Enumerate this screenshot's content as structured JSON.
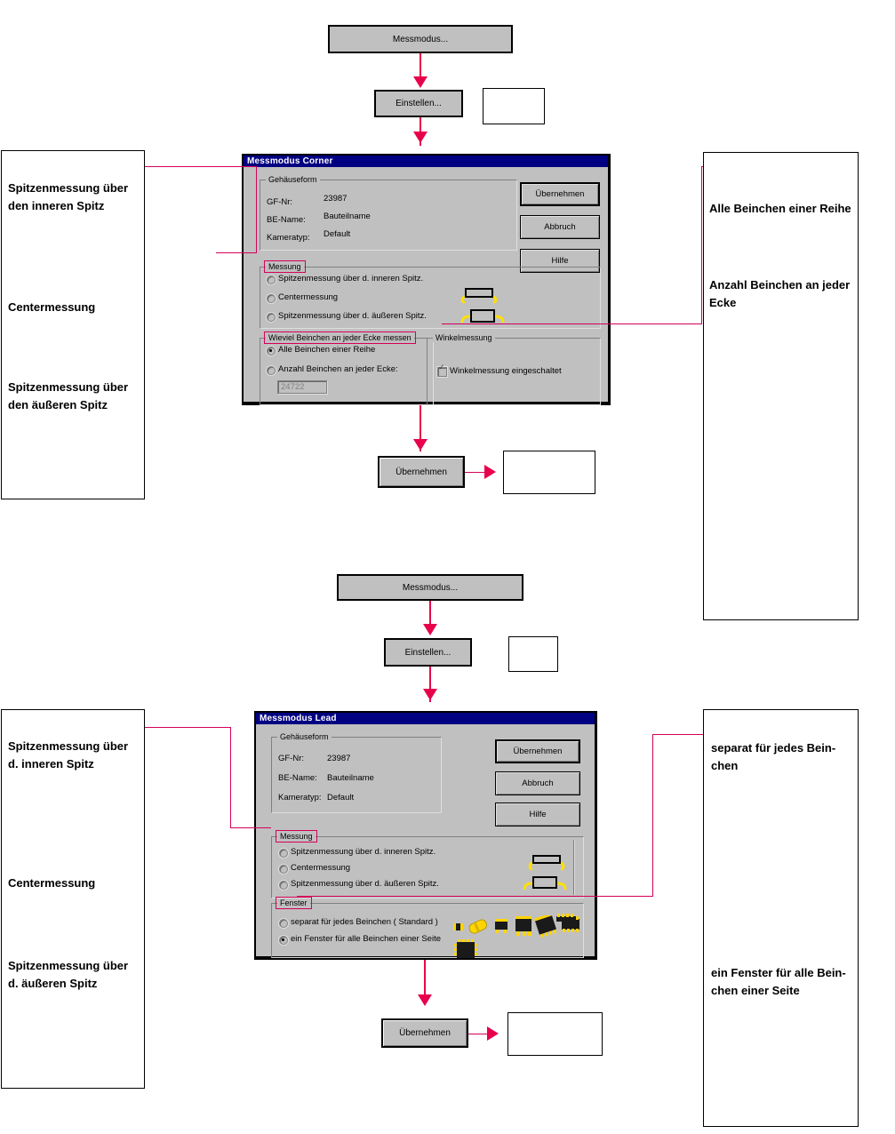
{
  "flow": {
    "top": {
      "messmodus_label": "Messmodus...",
      "einstellen_label": "Einstellen...",
      "uebernehmen_label": "Übernehmen"
    },
    "bottom": {
      "messmodus_label": "Messmodus...",
      "einstellen_label": "Einstellen...",
      "uebernehmen_label": "Übernehmen"
    }
  },
  "dialog_corner": {
    "title": "Messmodus Corner",
    "gehaeuseform": {
      "group_label": "Gehäuseform",
      "rows": [
        {
          "label": "GF-Nr:",
          "value": "23987"
        },
        {
          "label": "BE-Name:",
          "value": "Bauteilname"
        },
        {
          "label": "Kameratyp:",
          "value": "Default"
        }
      ]
    },
    "buttons": {
      "uebernehmen": "Übernehmen",
      "abbruch": "Abbruch",
      "hilfe": "Hilfe"
    },
    "messung": {
      "group_label": "Messung",
      "options": [
        {
          "label": "Spitzenmessung über d. inneren Spitz.",
          "selected": false
        },
        {
          "label": "Centermessung",
          "selected": false
        },
        {
          "label": "Spitzenmessung über d. äußeren Spitz.",
          "selected": false
        }
      ]
    },
    "beinchen": {
      "group_label": "Wieviel Beinchen an jeder Ecke messen",
      "options": [
        {
          "label": "Alle Beinchen einer Reihe",
          "selected": true
        },
        {
          "label": "Anzahl Beinchen an jeder Ecke:",
          "selected": false
        }
      ],
      "count_value": "24722"
    },
    "winkelmessung": {
      "group_label": "Winkelmessung",
      "checkbox_label": "Winkelmessung eingeschaltet",
      "checked": true
    }
  },
  "dialog_lead": {
    "title": "Messmodus Lead",
    "gehaeuseform": {
      "group_label": "Gehäuseform",
      "rows": [
        {
          "label": "GF-Nr:",
          "value": "23987"
        },
        {
          "label": "BE-Name:",
          "value": "Bauteilname"
        },
        {
          "label": "Kameratyp:",
          "value": "Default"
        }
      ]
    },
    "buttons": {
      "uebernehmen": "Übernehmen",
      "abbruch": "Abbruch",
      "hilfe": "Hilfe"
    },
    "messung": {
      "group_label": "Messung",
      "options": [
        {
          "label": "Spitzenmessung über d. inneren Spitz.",
          "selected": false
        },
        {
          "label": "Centermessung",
          "selected": false
        },
        {
          "label": "Spitzenmessung über d. äußeren Spitz.",
          "selected": false
        }
      ]
    },
    "fenster": {
      "group_label": "Fenster",
      "options": [
        {
          "label": "separat für jedes Beinchen ( Standard )",
          "selected": false
        },
        {
          "label": "ein Fenster für alle Beinchen einer Seite",
          "selected": true
        }
      ]
    }
  },
  "notes": {
    "left_top": {
      "l1": "Spitzenmessung über\nden inneren Spitz",
      "l2": "Centermessung",
      "l3": "Spitzenmessung über\nden äußeren Spitz"
    },
    "right_top": {
      "l1": "Alle Beinchen einer Reihe",
      "l2": "Anzahl Beinchen an jeder\nEcke"
    },
    "left_bottom": {
      "l1": "Spitzenmessung über\nd. inneren Spitz",
      "l2": "Centermessung",
      "l3": "Spitzenmessung über\nd. äußeren Spitz"
    },
    "right_bottom": {
      "l1": "separat für jedes Bein-\nchen",
      "l2": "ein Fenster für alle Bein-\nchen einer Seite"
    }
  }
}
